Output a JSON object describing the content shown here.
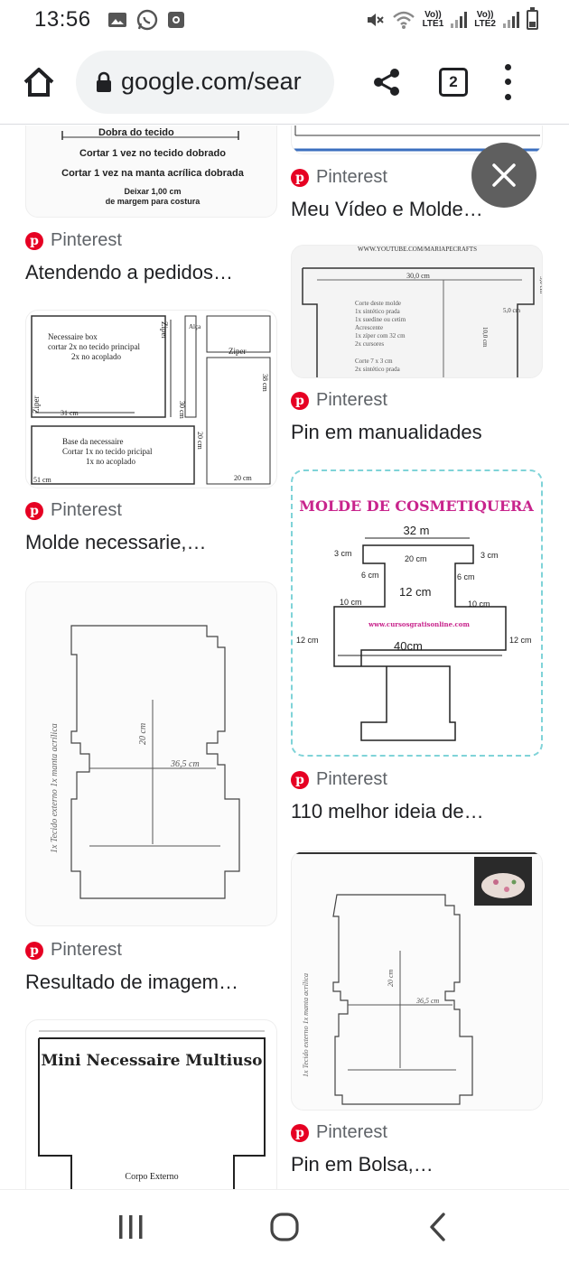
{
  "status_bar": {
    "time": "13:56",
    "lte1": "LTE1",
    "lte2": "LTE2",
    "vo1": "Vo))",
    "vo2": "Vo))"
  },
  "toolbar": {
    "url": "google.com/sear",
    "tab_count": "2"
  },
  "results": [
    {
      "source": "Pinterest",
      "title": "Atendendo a pedidos…"
    },
    {
      "source": "Pinterest",
      "title": "Meu Vídeo e Molde…"
    },
    {
      "source": "Pinterest",
      "title": "Pin em manualidades"
    },
    {
      "source": "Pinterest",
      "title": "Molde necessarie,…"
    },
    {
      "source": "Pinterest",
      "title": "110 melhor ideia de…"
    },
    {
      "source": "Pinterest",
      "title": "Resultado de imagem…"
    },
    {
      "source": "Pinterest",
      "title": "Pin em Bolsa,…"
    }
  ],
  "thumbs": {
    "t1": {
      "line1": "Dobra do tecido",
      "line2": "Cortar 1 vez no tecido dobrado",
      "line3": "Cortar 1 vez na manta acrílica dobrada",
      "line4": "Deixar 1,00 cm",
      "line5": "de margem para costura"
    },
    "t3": {
      "top": "WWW.YOUTUBE.COM/MARIAPECRAFTS",
      "w": "30,0 cm",
      "h": "5,0 cm",
      "h2": "10,0 cm",
      "c1": "Corte deste molde",
      "c2": "1x sintético prada",
      "c3": "1x suedine ou cetim",
      "c4": "Acrescente",
      "c5": "1x zíper com 32 cm",
      "c6": "2x cursores",
      "c7": "Corte 7 x 3 cm",
      "c8": "2x sintético prada"
    },
    "t4": {
      "a1": "Necessaire box",
      "a2": "cortar 2x no tecido principal",
      "a3": "2x no acoplado",
      "ziper": "Ziper",
      "w1": "31 cm",
      "h1": "30 cm",
      "b1": "Base da necessaire",
      "b2": "Cortar 1x no tecido pricipal",
      "b3": "1x no acoplado",
      "w2": "51 cm",
      "h2": "20 cm",
      "w3": "20 cm",
      "h3": "38 cm",
      "alca": "Alça"
    },
    "t5": {
      "title": "MOLDE DE COSMETIQUERA",
      "top": "32 m",
      "c3a": "3 cm",
      "c3b": "3 cm",
      "c20": "20 cm",
      "c6a": "6 cm",
      "c6b": "6 cm",
      "c12": "12 cm",
      "c10a": "10 cm",
      "c10b": "10 cm",
      "c12a": "12 cm",
      "c12b": "12 cm",
      "site": "www.cursosgratisonline.com",
      "c40": "40cm"
    },
    "t6": {
      "w": "36,5 cm",
      "h": "20 cm",
      "note": "1x Tecido externo 1x manta acrílica"
    },
    "t8": {
      "title": "Mini Necessaire Multiuso",
      "sub": "Corpo Externo"
    }
  }
}
